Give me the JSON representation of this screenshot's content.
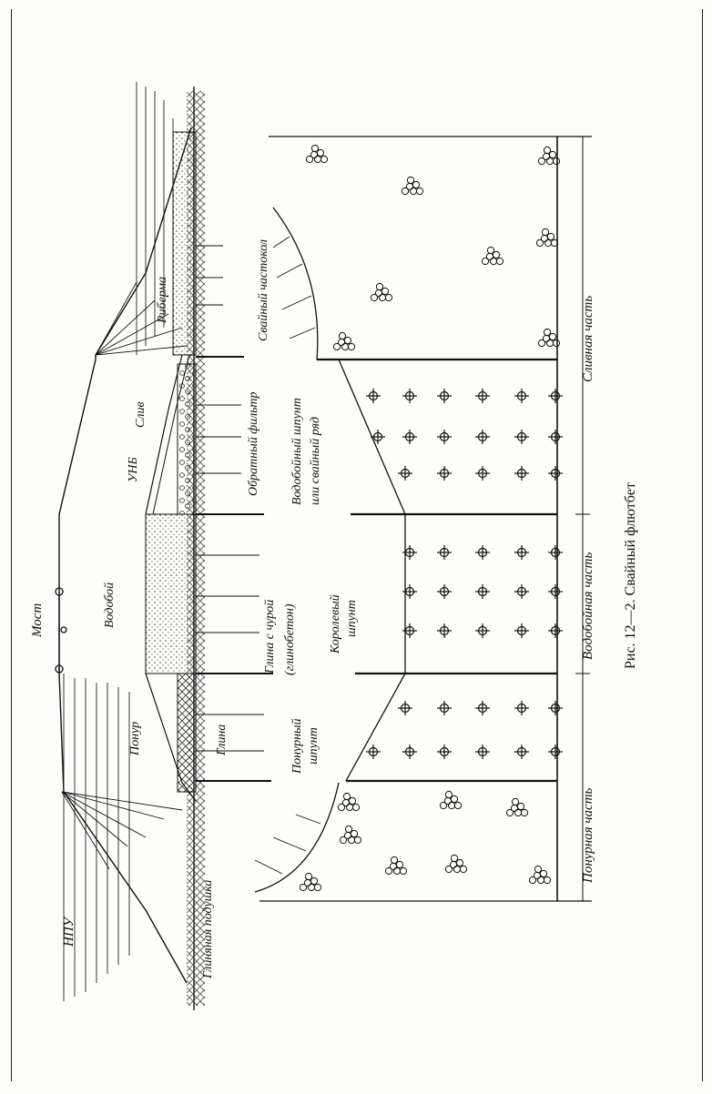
{
  "figure": {
    "caption": "Рис. 12—2. Свайный флютбет",
    "labels": {
      "npu": "НПУ",
      "unb": "УНБ",
      "most": "Мост",
      "riberma": "Риберма",
      "sliv": "Слив",
      "vodoboi": "Водобой",
      "ponur": "Понур",
      "glinyanaya_podushka": "Глиняная подушка",
      "glina": "Глина",
      "glina_s_churoi": "Глина с чурой",
      "glinobeton": "(глинобетон)",
      "svainyi_chastokol": "Свайный частокол",
      "obratnyi_filtr": "Обратный фильтр",
      "vodoboinyi_shpunt": "Водобойный шпунт",
      "ili_svainyi_ryad": "или свайный ряд",
      "korolevyi_shpunt": "Королевый",
      "korolevyi_shpunt_2": "шпунт",
      "ponurnyi_shpunt": "Понурный",
      "ponurnyi_shpunt_2": "шпунт",
      "slivnaya_chast": "Сливная часть",
      "vodoboinaya_chast": "Водобойная часть",
      "ponurnaya_chast": "Понурная часть"
    }
  }
}
